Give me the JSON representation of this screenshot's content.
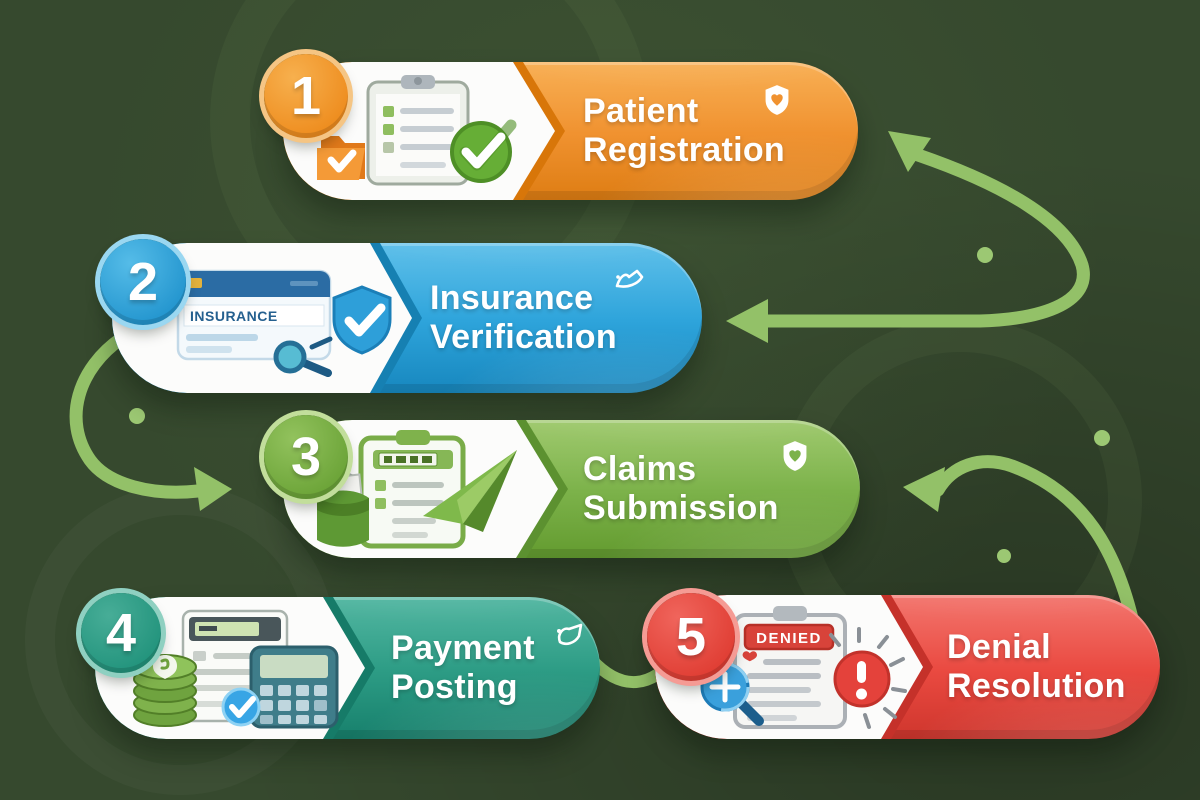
{
  "background": {
    "color": "#36492E"
  },
  "decor": {
    "arrow_color": "#93C168",
    "dot_color": "#9CC873"
  },
  "card_text": "INSURANCE",
  "stamp_text": "DENIED",
  "steps": [
    {
      "num": "1",
      "line1": "Patient",
      "line2": "Registration",
      "color": "#F09230",
      "color_light": "#F8B055",
      "color_dark": "#DE7D13",
      "badge_light": "#F7B04E",
      "badge_dark": "#EE8D1F",
      "ring": "#F5C584",
      "chev_shadow": "#D87609",
      "corner_icon": "shield-heart-icon",
      "icons": [
        "folder-icon",
        "clipboard-checklist-icon",
        "check-circle-icon"
      ]
    },
    {
      "num": "2",
      "line1": "Insurance",
      "line2": "Verification",
      "color": "#2EA4DB",
      "color_light": "#5FC0EA",
      "color_dark": "#1787BE",
      "badge_light": "#55BCE8",
      "badge_dark": "#2496CF",
      "ring": "#9AD7F1",
      "chev_shadow": "#1680B2",
      "corner_icon": "ribbon-icon",
      "icons": [
        "insurance-card-icon",
        "shield-check-icon",
        "magnifier-icon"
      ]
    },
    {
      "num": "3",
      "line1": "Claims",
      "line2": "Submission",
      "color": "#7CB24A",
      "color_light": "#A0CA6F",
      "color_dark": "#639B2F",
      "badge_light": "#92C25D",
      "badge_dark": "#6CA438",
      "ring": "#C2DE9B",
      "chev_shadow": "#5C9130",
      "corner_icon": "shield-heart-icon",
      "icons": [
        "wallet-icon",
        "claim-form-icon",
        "paper-plane-icon"
      ]
    },
    {
      "num": "4",
      "line1": "Payment",
      "line2": "Posting",
      "color": "#2D9C85",
      "color_light": "#53B7A2",
      "color_dark": "#17806C",
      "badge_light": "#47AD97",
      "badge_dark": "#23947D",
      "ring": "#8FD0C1",
      "chev_shadow": "#167B68",
      "corner_icon": "cursor-icon",
      "icons": [
        "coins-icon",
        "receipt-icon",
        "calculator-icon",
        "check-badge-icon"
      ]
    },
    {
      "num": "5",
      "line1": "Denial",
      "line2": "Resolution",
      "color": "#EA4A41",
      "color_light": "#F3766E",
      "color_dark": "#CF362D",
      "badge_light": "#F0655C",
      "badge_dark": "#E03E34",
      "ring": "#F59B94",
      "chev_shadow": "#C5312A",
      "corner_icon": "none",
      "icons": [
        "magnifier-plus-icon",
        "denied-clipboard-icon",
        "alert-icon"
      ]
    }
  ]
}
